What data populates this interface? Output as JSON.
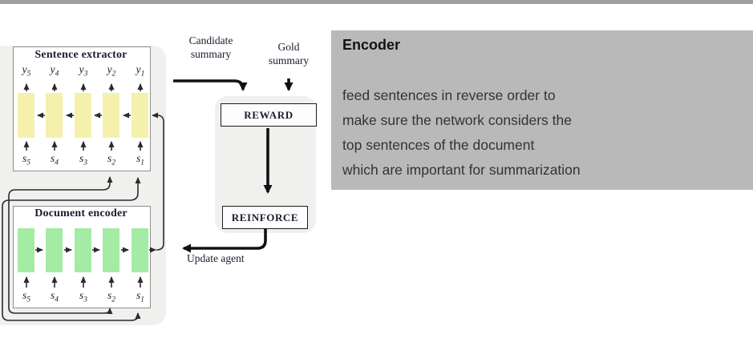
{
  "colors": {
    "top_bar": "#9f9f9f",
    "note_panel_bg": "#b9b9b9",
    "panel_bg": "#f0f0ee",
    "extractor_cell": "#f5f1ad",
    "encoder_cell": "#a4eba4",
    "line": "#2b2b2b"
  },
  "diagram": {
    "sentence_extractor": {
      "title": "Sentence extractor",
      "outputs": [
        {
          "base": "y",
          "sub": "5"
        },
        {
          "base": "y",
          "sub": "4"
        },
        {
          "base": "y",
          "sub": "3"
        },
        {
          "base": "y",
          "sub": "2"
        },
        {
          "base": "y",
          "sub": "1"
        }
      ],
      "inputs": [
        {
          "base": "s",
          "sub": "5"
        },
        {
          "base": "s",
          "sub": "4"
        },
        {
          "base": "s",
          "sub": "3"
        },
        {
          "base": "s",
          "sub": "2"
        },
        {
          "base": "s",
          "sub": "1"
        }
      ]
    },
    "document_encoder": {
      "title": "Document encoder",
      "inputs": [
        {
          "base": "s",
          "sub": "5"
        },
        {
          "base": "s",
          "sub": "4"
        },
        {
          "base": "s",
          "sub": "3"
        },
        {
          "base": "s",
          "sub": "2"
        },
        {
          "base": "s",
          "sub": "1"
        }
      ]
    },
    "candidate_summary": {
      "line1": "Candidate",
      "line2": "summary"
    },
    "gold_summary": {
      "line1": "Gold",
      "line2": "summary"
    },
    "reward_label": "REWARD",
    "reinforce_label": "REINFORCE",
    "update_agent_label": "Update agent"
  },
  "note_panel": {
    "title": "Encoder",
    "lines": [
      "feed sentences in reverse order to",
      "make sure the network considers the",
      "top sentences of the document",
      "which are important for summarization"
    ]
  }
}
